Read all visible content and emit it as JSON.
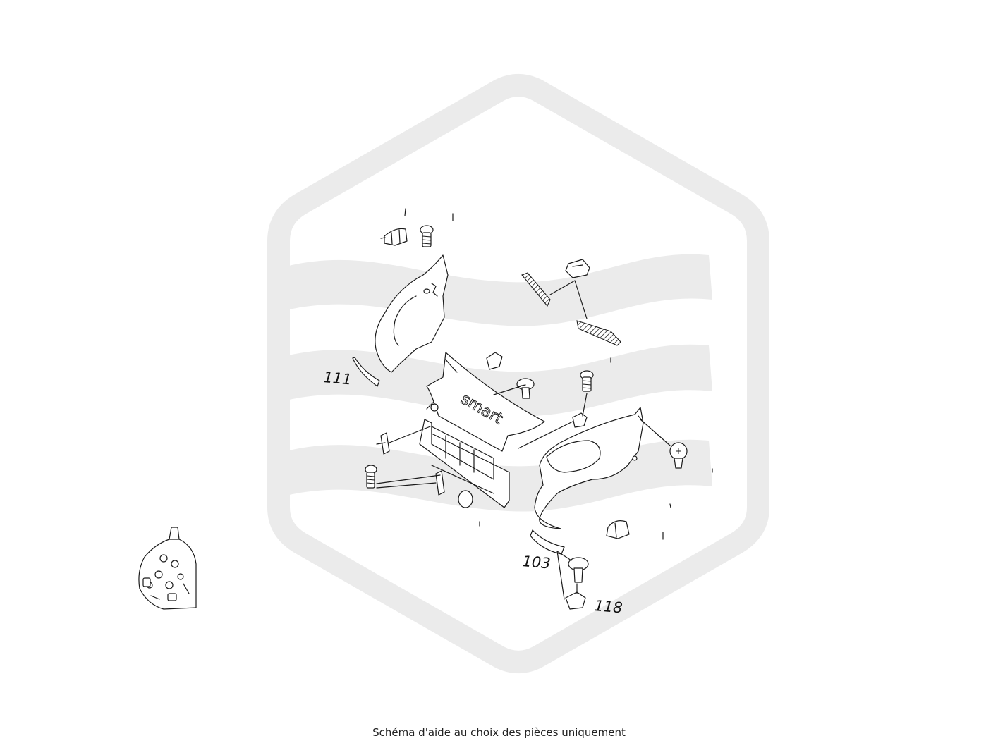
{
  "watermark": {
    "color": "#ebebeb"
  },
  "brand_text": "smart",
  "callouts": [
    {
      "id": "111",
      "label": "111"
    },
    {
      "id": "103",
      "label": "103"
    },
    {
      "id": "118",
      "label": "118"
    }
  ],
  "caption": "Schéma d'aide au choix des pièces uniquement"
}
